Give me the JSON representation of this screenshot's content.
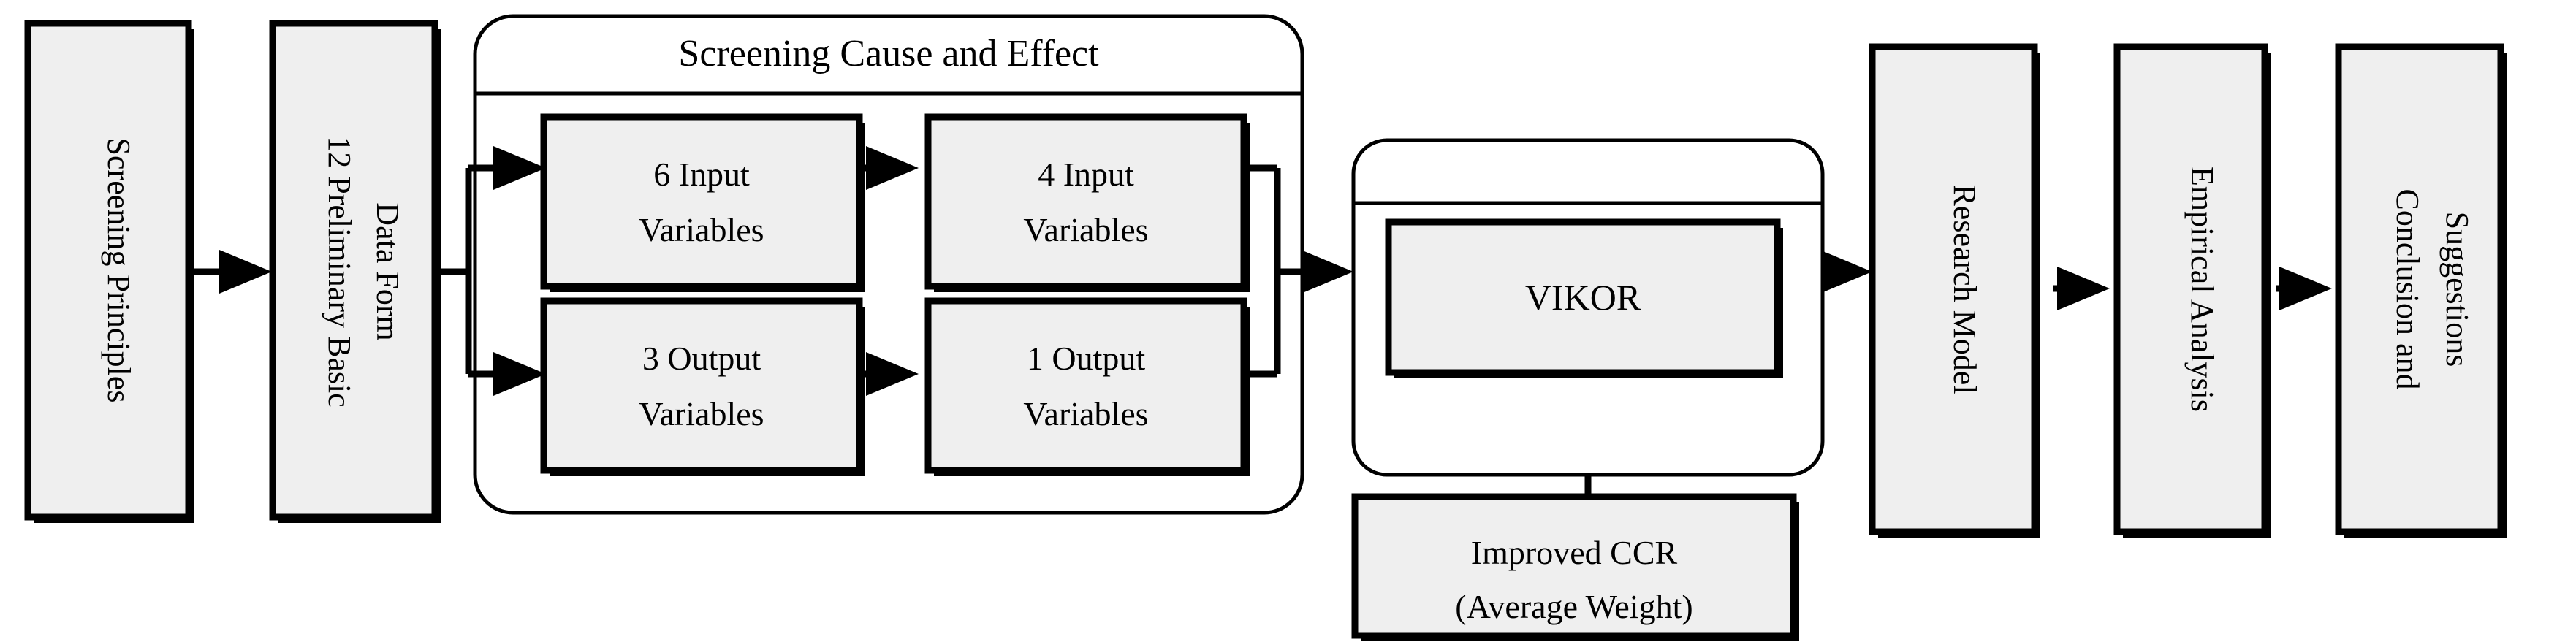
{
  "diagram": {
    "type": "flowchart",
    "orientation": "left-to-right",
    "background_color": "#ffffff",
    "node_fill_color": "#efefef",
    "node_stroke_color": "#000000",
    "group_fill_color": "#ffffff"
  },
  "nodes": {
    "screening_principles": {
      "label": "Screening Principles",
      "orientation": "vertical",
      "lines": [
        "Screening Principles"
      ]
    },
    "data_form": {
      "label": "12 Preliminary Basic Data Form",
      "orientation": "vertical",
      "lines": [
        "12 Preliminary Basic",
        "Data Form"
      ]
    },
    "input_6": {
      "label": "6 Input Variables",
      "orientation": "horizontal",
      "lines": [
        "6 Input",
        "Variables"
      ]
    },
    "input_4": {
      "label": "4 Input Variables",
      "orientation": "horizontal",
      "lines": [
        "4 Input",
        "Variables"
      ]
    },
    "output_3": {
      "label": "3 Output Variables",
      "orientation": "horizontal",
      "lines": [
        "3 Output",
        "Variables"
      ]
    },
    "output_1": {
      "label": "1 Output Variables",
      "orientation": "horizontal",
      "lines": [
        "1 Output",
        "Variables"
      ]
    },
    "vikor": {
      "label": "VIKOR",
      "orientation": "horizontal",
      "lines": [
        "VIKOR"
      ]
    },
    "improved_ccr": {
      "label": "Improved CCR (Average Weight)",
      "orientation": "horizontal",
      "lines": [
        "Improved CCR",
        "(Average Weight)"
      ]
    },
    "research_model": {
      "label": "Research Model",
      "orientation": "vertical",
      "lines": [
        "Research Model"
      ]
    },
    "empirical_analysis": {
      "label": "Empirical Analysis",
      "orientation": "vertical",
      "lines": [
        "Empirical Analysis"
      ]
    },
    "conclusion": {
      "label": "Conclusion and Suggestions",
      "orientation": "vertical",
      "lines": [
        "Conclusion and",
        "Suggestions"
      ]
    }
  },
  "groups": {
    "screening_cause_effect": {
      "title": "Screening Cause and Effect",
      "members": [
        "input_6",
        "input_4",
        "output_3",
        "output_1"
      ]
    },
    "vikor_container": {
      "title": "",
      "members": [
        "vikor"
      ]
    }
  },
  "edges": [
    {
      "from": "screening_principles",
      "to": "data_form",
      "arrow": "right"
    },
    {
      "from": "data_form",
      "to": "input_6",
      "arrow": "right"
    },
    {
      "from": "data_form",
      "to": "output_3",
      "arrow": "right"
    },
    {
      "from": "input_6",
      "to": "input_4",
      "arrow": "right"
    },
    {
      "from": "output_3",
      "to": "output_1",
      "arrow": "right"
    },
    {
      "from": "screening_cause_effect",
      "to": "vikor_container",
      "arrow": "right"
    },
    {
      "from": "improved_ccr",
      "to": "vikor_container",
      "arrow": "up"
    },
    {
      "from": "vikor_container",
      "to": "research_model",
      "arrow": "right"
    },
    {
      "from": "research_model",
      "to": "empirical_analysis",
      "arrow": "right"
    },
    {
      "from": "empirical_analysis",
      "to": "conclusion",
      "arrow": "right"
    }
  ]
}
